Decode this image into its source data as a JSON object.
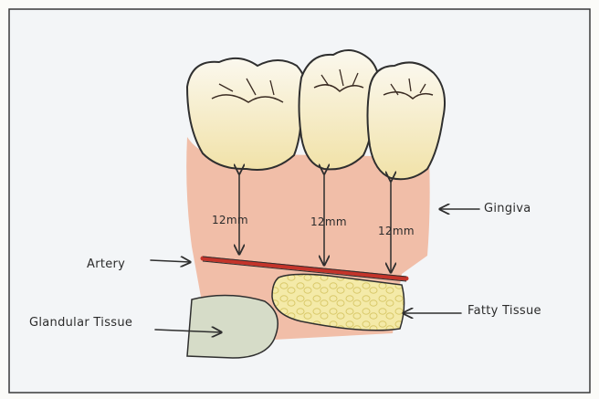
{
  "labels": {
    "gingiva": "Gingiva",
    "artery": "Artery",
    "fatty_tissue": "Fatty Tissue",
    "glandular_tissue": "Glandular Tissue"
  },
  "measurements": [
    {
      "label": "12mm"
    },
    {
      "label": "12mm"
    },
    {
      "label": "12mm"
    }
  ],
  "colors": {
    "paper": "#f3f5f7",
    "gingiva": "#f0b49a",
    "artery": "#c4342a",
    "fat": "#f2e6a3",
    "gland": "#d6dcc8",
    "enamel": "#f6eed2",
    "outline": "#2f2f2f"
  }
}
